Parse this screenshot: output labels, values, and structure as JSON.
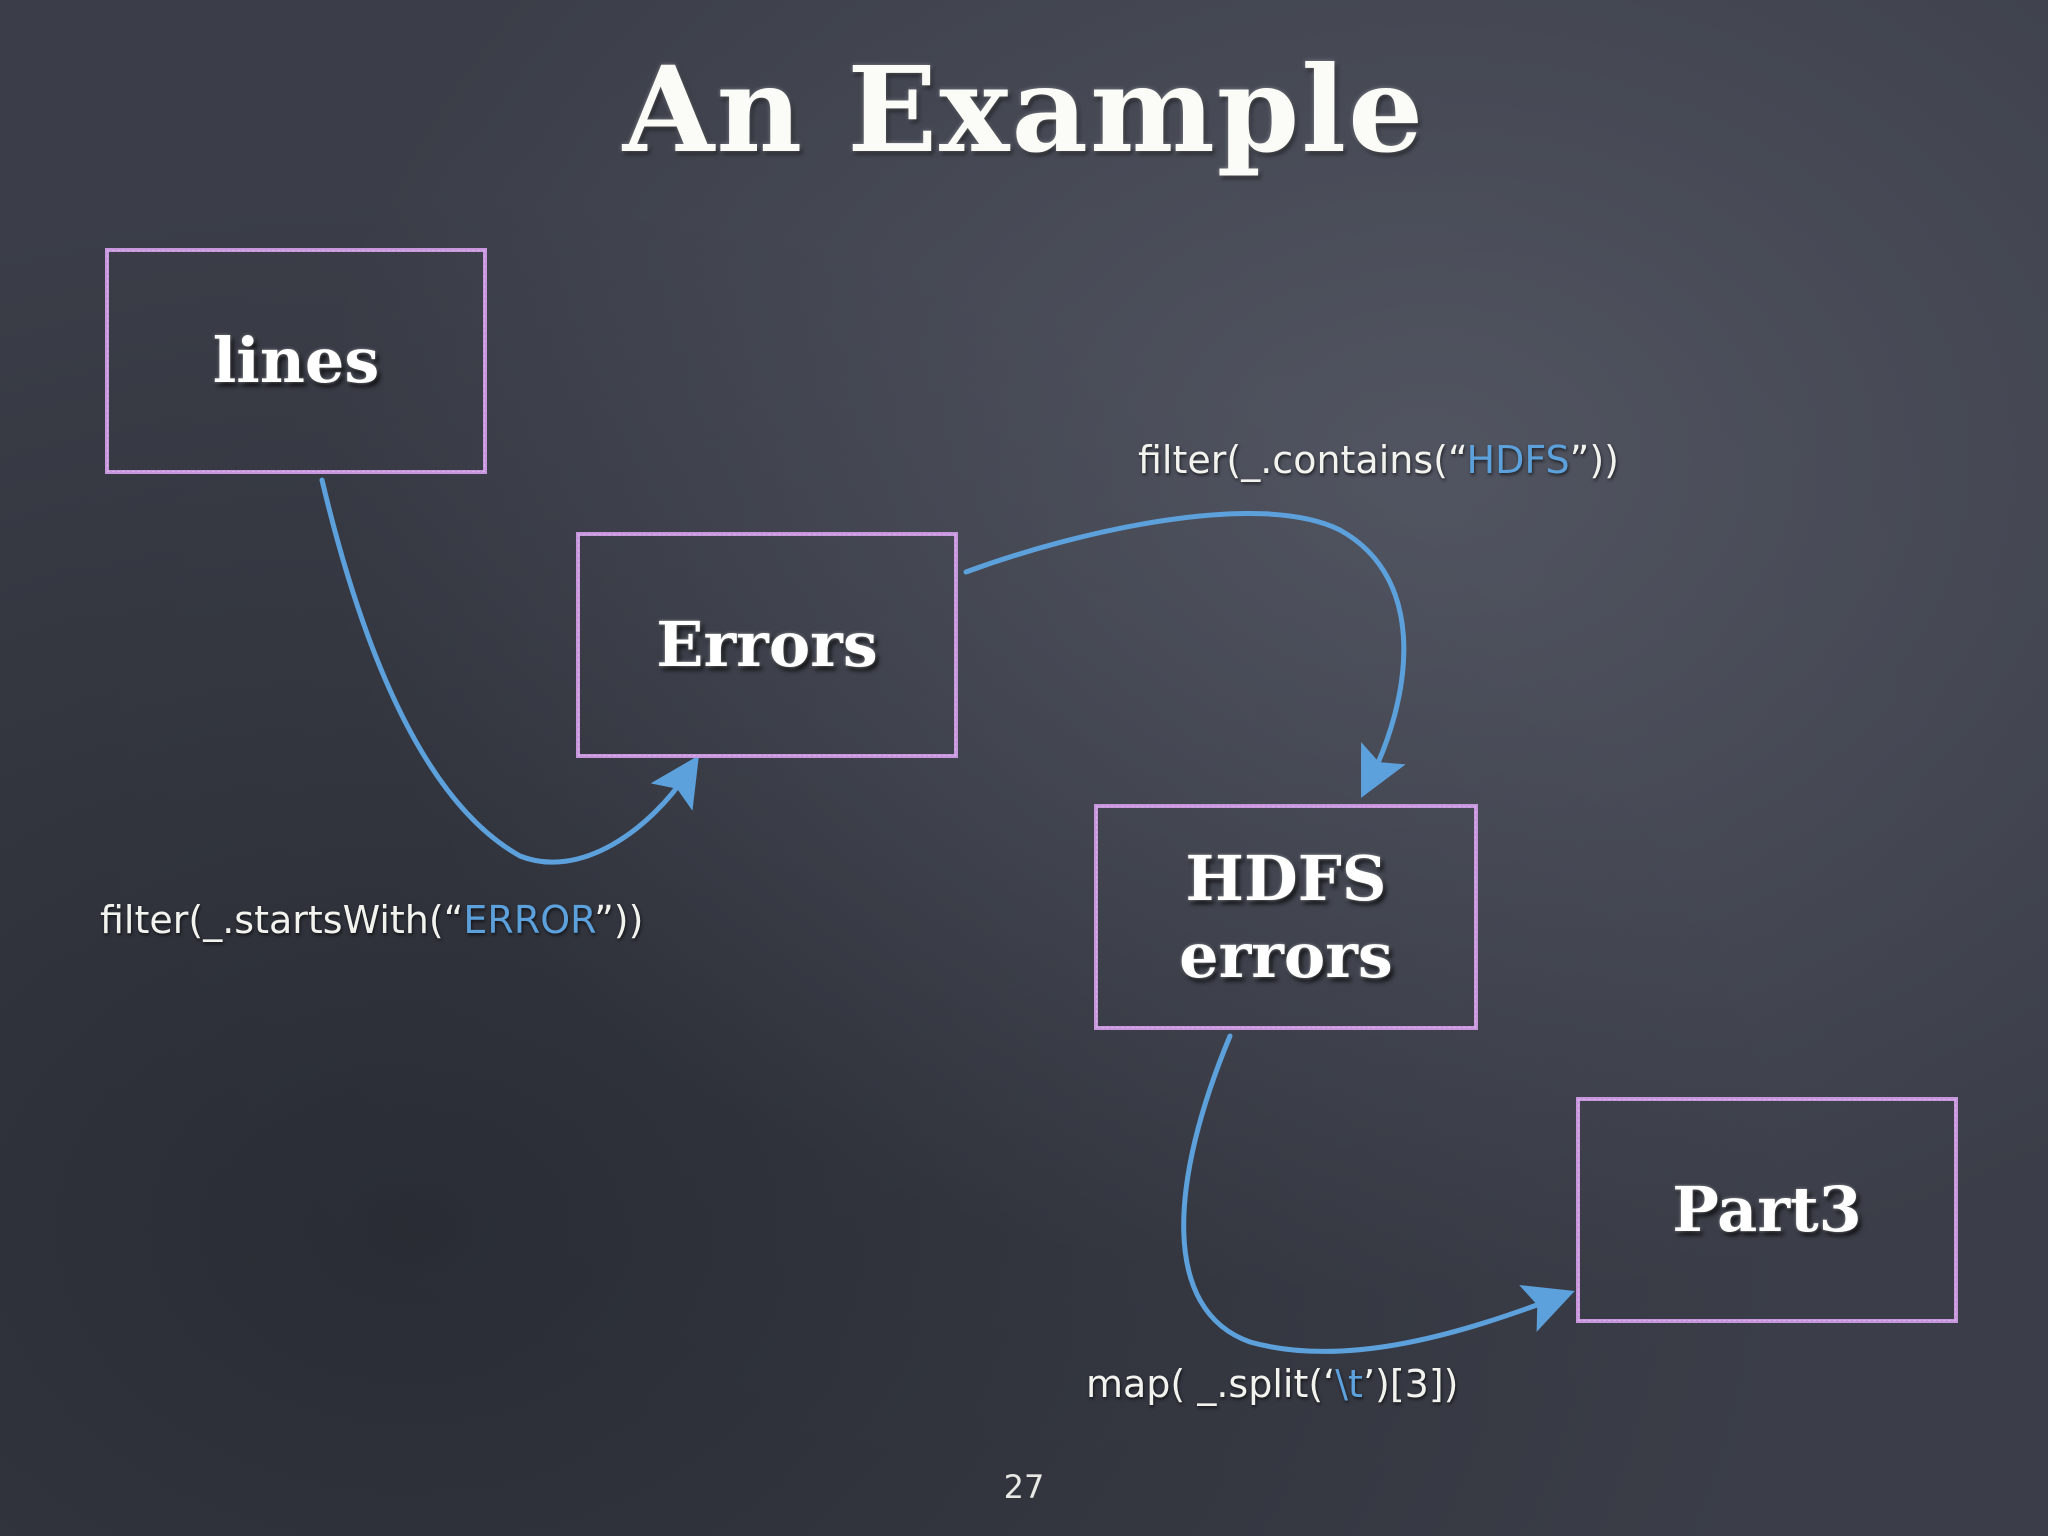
{
  "slide": {
    "title": "An Example",
    "page_number": "27"
  },
  "nodes": {
    "lines": "lines",
    "errors": "Errors",
    "hdfs_line1": "HDFS",
    "hdfs_line2": "errors",
    "part3": "Part3"
  },
  "operations": {
    "contains": {
      "prefix": "filter(_.contains(“",
      "highlight": "HDFS",
      "suffix": "”))"
    },
    "starts_with": {
      "prefix": "filter(_.startsWith(“",
      "highlight": "ERROR",
      "suffix": "”))"
    },
    "map_split": {
      "prefix": "map( _.split(‘",
      "highlight": "\\t",
      "suffix": "’)[3])"
    }
  },
  "colors": {
    "background": "#3b3e48",
    "box_border": "#c796dc",
    "arrow": "#5da1dc",
    "highlight_text": "#5da1dc",
    "text": "#ffffff"
  },
  "edges": [
    {
      "from": "lines",
      "to": "Errors",
      "label": "filter(_.startsWith(“ERROR”))"
    },
    {
      "from": "Errors",
      "to": "HDFS errors",
      "label": "filter(_.contains(“HDFS”))"
    },
    {
      "from": "HDFS errors",
      "to": "Part3",
      "label": "map( _.split(‘\\t’)[3])"
    }
  ]
}
